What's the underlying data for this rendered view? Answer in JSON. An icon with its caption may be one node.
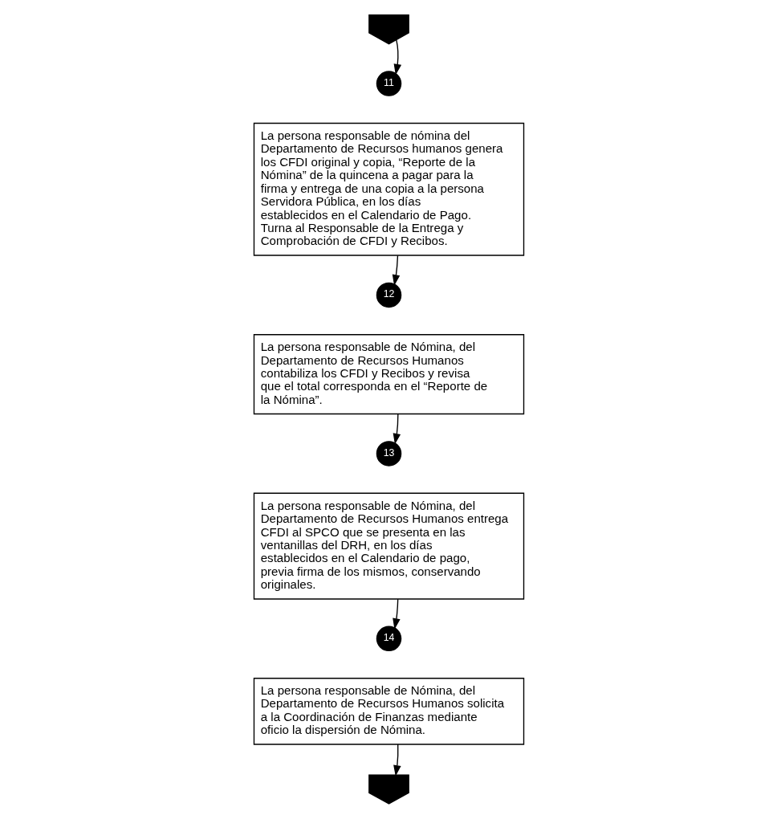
{
  "diagram": {
    "nodes": [
      {
        "text": [],
        "shape": "pentagon"
      },
      {
        "text": [
          "11"
        ]
      },
      {
        "text": [
          "La persona responsable de nómina del Departamento de Recursos humanos genera los CFDI original y copia, “Reporte de la Nómina” de la quincena a pagar para la firma y entrega de una copia a la persona Servidora Pública, en los días establecidos en el Calendario de Pago. Turna al Responsable de la Entrega y Comprobación de CFDI y Recibos."
        ]
      },
      {
        "text": [
          "12"
        ]
      },
      {
        "text": [
          "La persona responsable de Nómina, del Departamento de Recursos Humanos contabiliza los CFDI y Recibos y revisa que el total corresponda en el “Reporte de la Nómina”."
        ]
      },
      {
        "text": [
          "13"
        ]
      },
      {
        "text": [
          "La persona responsable de Nómina, del Departamento de Recursos Humanos entrega CFDI al SPCO que se presenta en las ventanillas del DRH, en los días establecidos en el Calendario de pago, previa firma de los mismos, conservando originales."
        ]
      },
      {
        "text": [
          "14"
        ]
      },
      {
        "text": [
          "La persona responsable de Nómina, del Departamento de Recursos Humanos solicita a la Coordinación de Finanzas mediante oficio la dispersión de Nómina."
        ]
      },
      {
        "text": [],
        "shape": "pentagon"
      }
    ],
    "edges": [
      {
        "from": 0,
        "to": 1,
        "arrow": "to"
      },
      {
        "from": 2,
        "to": 3,
        "arrow": "to"
      },
      {
        "from": 4,
        "to": 5,
        "arrow": "to"
      },
      {
        "from": 6,
        "to": 7,
        "arrow": "to"
      },
      {
        "from": 8,
        "to": 9,
        "arrow": "to"
      }
    ]
  }
}
